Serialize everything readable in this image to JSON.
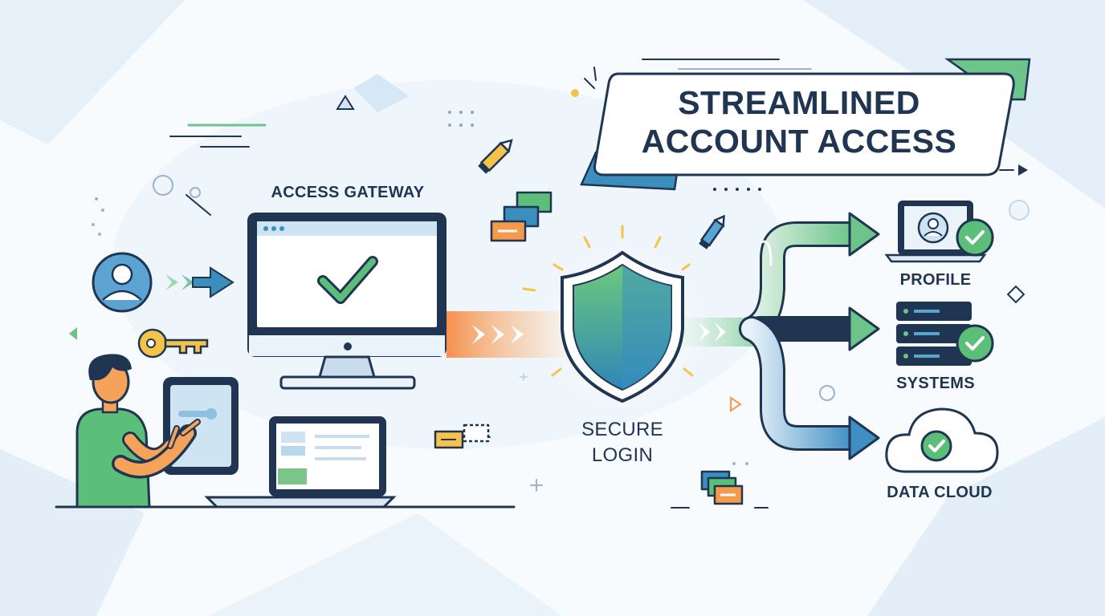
{
  "banner": {
    "line1": "STREAMLINED",
    "line2": "ACCOUNT ACCESS"
  },
  "labels": {
    "gateway": "ACCESS GATEWAY",
    "secure_line1": "SECURE",
    "secure_line2": "LOGIN",
    "profile": "PROFILE",
    "systems": "SYSTEMS",
    "cloud": "DATA CLOUD"
  },
  "icons": [
    "user-avatar-icon",
    "key-icon",
    "person-icon",
    "tablet-icon",
    "monitor-icon",
    "checkmark-icon",
    "laptop-icon",
    "shield-icon",
    "branching-arrows-icon",
    "profile-laptop-icon",
    "server-icon",
    "cloud-icon",
    "pencil-icon",
    "chat-bubbles-icon"
  ],
  "colors": {
    "navy": "#1f3552",
    "green": "#5bbf7a",
    "teal": "#3a8fbf",
    "orange": "#f59a4a",
    "yellow": "#f5c24a",
    "light_blue": "#dcebf7"
  }
}
